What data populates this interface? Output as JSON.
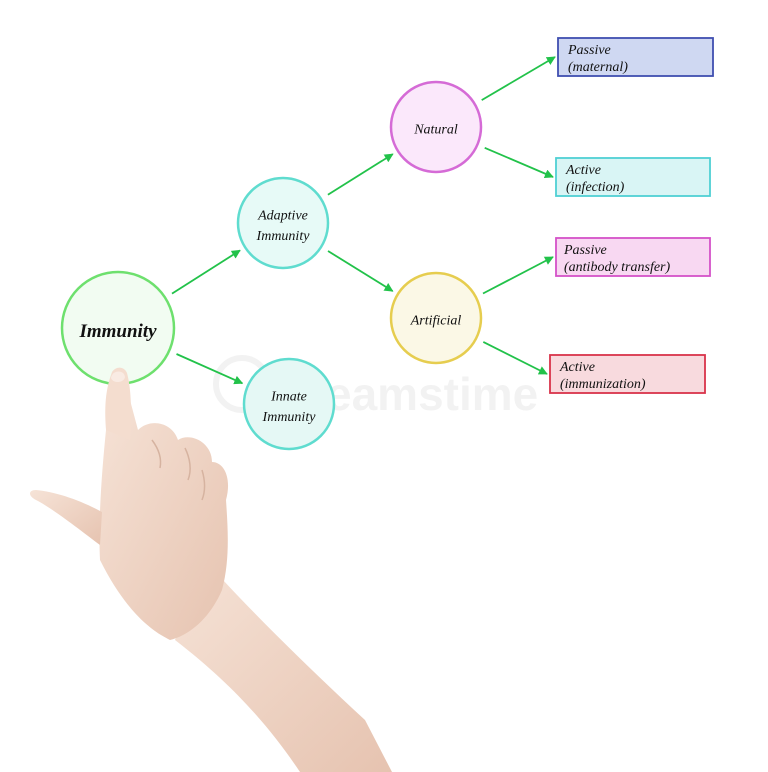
{
  "diagram": {
    "nodes": {
      "immunity": {
        "lines": [
          "Immunity"
        ],
        "stroke": "#6ee06e",
        "fill": "#f2fcf2"
      },
      "adaptive": {
        "lines": [
          "Adaptive",
          "Immunity"
        ],
        "stroke": "#5fdccf",
        "fill": "#e7faf7"
      },
      "innate": {
        "lines": [
          "Innate",
          "Immunity"
        ],
        "stroke": "#5fdccf",
        "fill": "#e5f8f5"
      },
      "natural": {
        "lines": [
          "Natural"
        ],
        "stroke": "#d56bd6",
        "fill": "#fbe8fb"
      },
      "artificial": {
        "lines": [
          "Artificial"
        ],
        "stroke": "#e6cd4f",
        "fill": "#fbf8e6"
      }
    },
    "boxes": {
      "passive_maternal": {
        "lines": [
          "Passive",
          "(maternal)"
        ],
        "stroke": "#3f4fb0",
        "fill": "#cfd8f2"
      },
      "active_infection": {
        "lines": [
          "Active",
          "(infection)"
        ],
        "stroke": "#4fd0d4",
        "fill": "#d9f5f5"
      },
      "passive_antibody": {
        "lines": [
          "Passive",
          "(antibody transfer)"
        ],
        "stroke": "#d452c8",
        "fill": "#f8d8f2"
      },
      "active_immunization": {
        "lines": [
          "Active",
          "(immunization)"
        ],
        "stroke": "#d9334a",
        "fill": "#f8dade"
      }
    },
    "edges": [
      {
        "from": "immunity",
        "to": "adaptive"
      },
      {
        "from": "immunity",
        "to": "innate"
      },
      {
        "from": "adaptive",
        "to": "natural"
      },
      {
        "from": "adaptive",
        "to": "artificial"
      },
      {
        "from": "natural",
        "to": "passive_maternal"
      },
      {
        "from": "natural",
        "to": "active_infection"
      },
      {
        "from": "artificial",
        "to": "passive_antibody"
      },
      {
        "from": "artificial",
        "to": "active_immunization"
      }
    ],
    "arrow_color": "#22c24a"
  },
  "watermark": {
    "text": "dreamstime"
  },
  "photo": {
    "subject": "pointing-hand",
    "skin_color": "#f2d8c9"
  }
}
